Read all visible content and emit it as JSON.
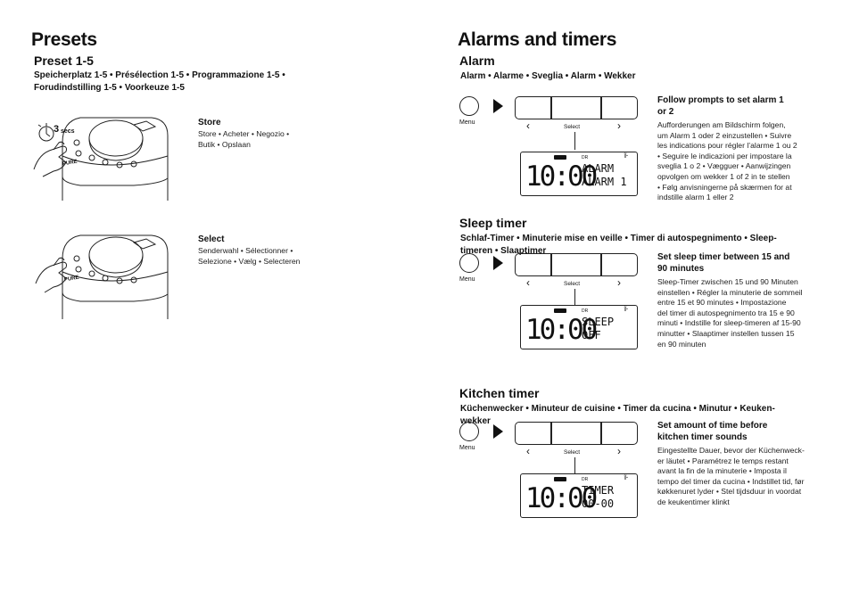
{
  "presets": {
    "title": "Presets",
    "subtitle": "Preset 1-5",
    "translations_line1": "Speicherplatz 1-5 • Présélection 1-5 • Programmazione 1-5 •",
    "translations_line2": "Forudindstilling 1-5 • Voorkeuze 1-5",
    "store": {
      "label": "Store",
      "line1": "Store • Acheter • Negozio •",
      "line2": "Butik • Opslaan",
      "hold": "3",
      "hold_unit": "secs"
    },
    "select": {
      "label": "Select",
      "line1": "Senderwahl • Sélectionner •",
      "line2": "Selezione • Vælg • Selecteren"
    },
    "brand": "PURE"
  },
  "alarms": {
    "title": "Alarms and timers",
    "menu_label": "Menu",
    "select_label": "Select",
    "prev_glyph": "‹",
    "next_glyph": "›",
    "lcd_dr": "DR",
    "lcd_time": "10:00",
    "sections": [
      {
        "heading": "Alarm",
        "translations": [
          "Alarm • Alarme • Sveglia • Alarm • Wekker"
        ],
        "instruction": [
          "Follow prompts to set alarm 1",
          "or 2"
        ],
        "details": [
          "Aufforderungen am Bildschirm folgen,",
          "um Alarm 1 oder 2 einzustellen • Suivre",
          "les indications pour régler l’alarme 1 ou 2",
          "• Seguire le indicazioni per impostare la",
          "sveglia 1 o 2 • Vægguer • Aanwijzingen",
          "opvolgen om wekker 1 of 2 in te stellen",
          "• Følg anvisningerne på skærmen for at",
          "indstille alarm 1 eller 2"
        ],
        "lcd_line1": "ALARM",
        "lcd_line2": "ALARM 1"
      },
      {
        "heading": "Sleep timer",
        "translations": [
          "Schlaf-Timer • Minuterie mise en veille • Timer di autospegnimento • Sleep-",
          "timeren • Slaaptimer"
        ],
        "instruction": [
          "Set sleep timer between 15 and",
          "90 minutes"
        ],
        "details": [
          "Sleep-Timer zwischen 15 und 90 Minuten",
          "einstellen • Régler la minuterie de sommeil",
          "entre 15 et 90 minutes • Impostazione",
          "del timer di autospegnimento tra 15 e 90",
          "minuti • Indstille for sleep-timeren af 15-90",
          "minutter • Slaaptimer instellen tussen 15",
          "en 90 minuten"
        ],
        "lcd_line1": "SLEEP",
        "lcd_line2": "OFF"
      },
      {
        "heading": "Kitchen timer",
        "translations": [
          "Küchenwecker • Minuteur de cuisine • Timer da cucina • Minutur • Keuken-",
          "wekker"
        ],
        "instruction": [
          "Set amount of time before",
          "kitchen timer sounds"
        ],
        "details": [
          "Eingestellte Dauer, bevor der Küchenweck-",
          "er läutet • Paramétrez le temps restant",
          "avant la fin de la minuterie • Imposta il",
          "tempo del timer da cucina • Indstillet tid, før",
          "køkkenuret lyder • Stel tijdsduur in voordat",
          "de keukentimer klinkt"
        ],
        "lcd_line1": "TIMER",
        "lcd_line2": "00-00"
      }
    ]
  }
}
